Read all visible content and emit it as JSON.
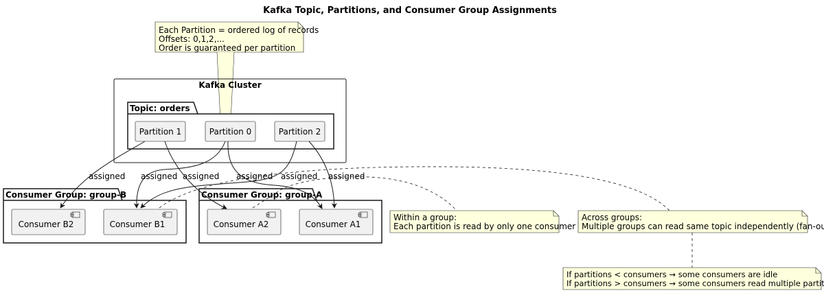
{
  "title": "Kafka Topic, Partitions, and Consumer Group Assignments",
  "cluster": {
    "label": "Kafka Cluster",
    "topic": {
      "label": "Topic: orders",
      "partitions": [
        "Partition 1",
        "Partition 0",
        "Partition 2"
      ]
    }
  },
  "groups": [
    {
      "label": "Consumer Group: group-B",
      "consumers": [
        "Consumer B2",
        "Consumer B1"
      ]
    },
    {
      "label": "Consumer Group: group-A",
      "consumers": [
        "Consumer A2",
        "Consumer A1"
      ]
    }
  ],
  "edge_label": "assigned",
  "notes": {
    "partition": [
      "Each Partition = ordered log of records",
      "Offsets: 0,1,2,...",
      "Order is guaranteed per partition"
    ],
    "within": [
      "Within a group:",
      "Each partition is read by only one consumer"
    ],
    "across": [
      "Across groups:",
      "Multiple groups can read same topic independently (fan-out)"
    ],
    "sizing": [
      "If partitions < consumers → some consumers are idle",
      "If partitions > consumers → some consumers read multiple partitions"
    ]
  },
  "colors": {
    "note_fill": "#FEFFDD",
    "node_fill": "#F1F1F1",
    "stroke": "#181818"
  }
}
